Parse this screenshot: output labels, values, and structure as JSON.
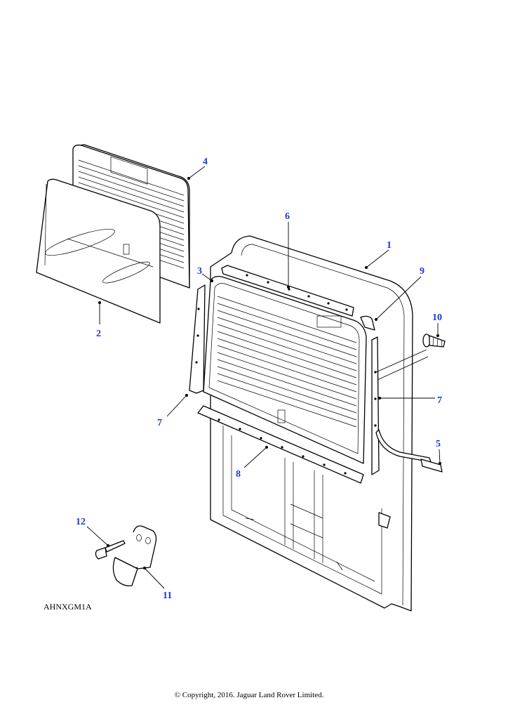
{
  "callouts": {
    "c1": "1",
    "c2": "2",
    "c3": "3",
    "c4": "4",
    "c5": "5",
    "c6": "6",
    "c7a": "7",
    "c7b": "7",
    "c8": "8",
    "c9": "9",
    "c10": "10",
    "c11": "11",
    "c12": "12"
  },
  "reference_code": "AHNXGM1A",
  "copyright": "© Copyright, 2016. Jaguar Land Rover Limited.",
  "colors": {
    "callout": "#1a3ad6",
    "line": "#000000",
    "fill": "#ffffff"
  }
}
